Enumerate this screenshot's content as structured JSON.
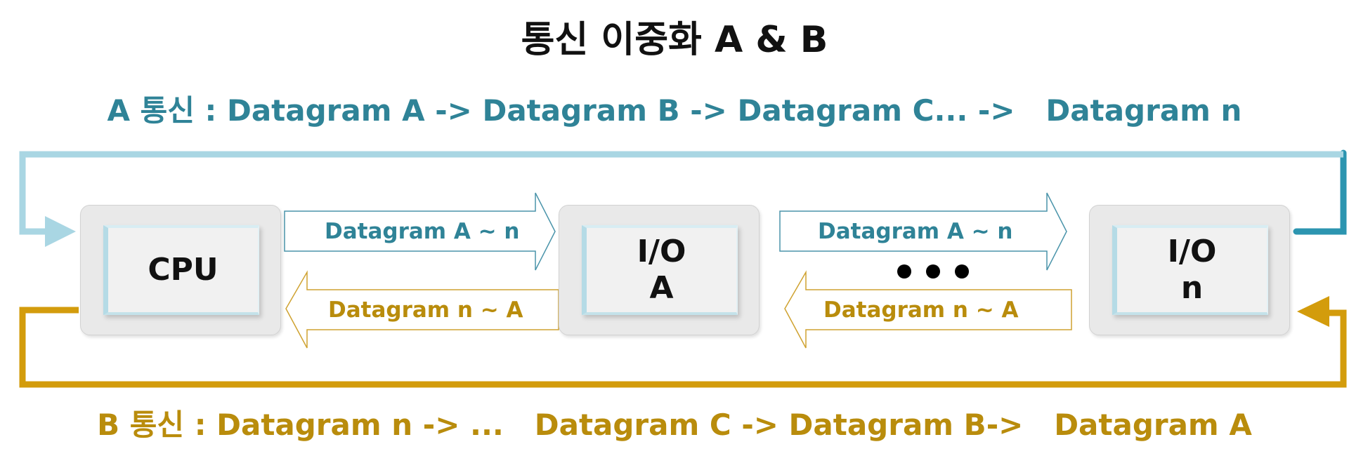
{
  "title": "통신 이중화 A & B",
  "flows": {
    "a": "A 통신 : Datagram A -> Datagram B -> Datagram C... ->   Datagram n",
    "b": "B 통신 : Datagram n -> ...   Datagram C -> Datagram B->   Datagram A"
  },
  "nodes": [
    {
      "lines": [
        "CPU"
      ]
    },
    {
      "lines": [
        "I/O",
        "A"
      ]
    },
    {
      "lines": [
        "I/O",
        "n"
      ]
    }
  ],
  "arrows": {
    "forward_label": "Datagram A ~ n",
    "backward_label": "Datagram n ~ A"
  },
  "colors": {
    "a_line": "#a9d6e3",
    "a_line_dark": "#2c95b0",
    "a_text": "#2f8397",
    "b_line": "#d39c0c",
    "b_text": "#b98c0c",
    "node_border": "#b5dbe6"
  }
}
